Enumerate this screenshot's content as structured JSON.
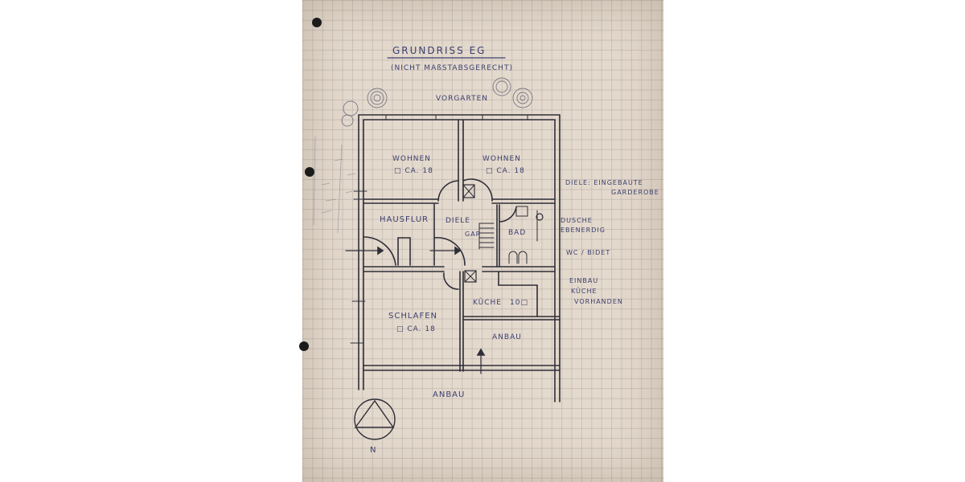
{
  "sheet": {
    "title": "GRUNDRISS EG",
    "subtitle": "(NICHT MAßSTABSGERECHT)",
    "garden_label": "VORGARTEN",
    "paper_color": "#e4d9cd",
    "ink_color": "#3a4170"
  },
  "rooms": [
    {
      "name": "WOHNEN",
      "area": "□ CA. 18"
    },
    {
      "name": "WOHNEN",
      "area": "□ CA. 18"
    },
    {
      "name": "HAUSFLUR",
      "area": ""
    },
    {
      "name": "DIELE",
      "area": ""
    },
    {
      "name": "GAR",
      "area": ""
    },
    {
      "name": "BAD",
      "area": ""
    },
    {
      "name": "KÜCHE",
      "area": "10□"
    },
    {
      "name": "SCHLAFEN",
      "area": "□ CA. 18"
    },
    {
      "name": "ANBAU",
      "area": ""
    }
  ],
  "outside": {
    "bottom_label": "ANBAU",
    "compass_label": "N"
  },
  "notes": [
    {
      "line1": "DIELE: EINGEBAUTE",
      "line2": "GARDEROBE"
    },
    {
      "line1": "DUSCHE",
      "line2": "EBENERDIG"
    },
    {
      "line1": "WC / BIDET",
      "line2": ""
    },
    {
      "line1": "EINBAU",
      "line2": "KÜCHE",
      "line3": "VORHANDEN"
    }
  ]
}
